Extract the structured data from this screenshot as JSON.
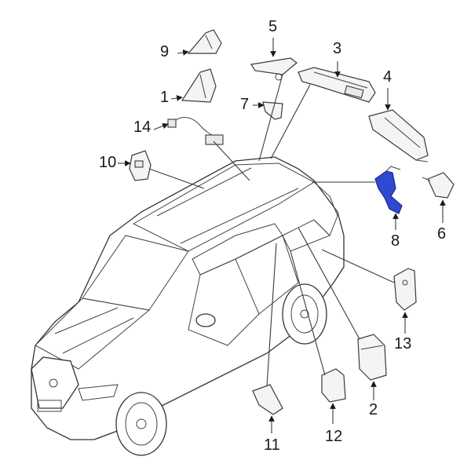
{
  "callouts": [
    {
      "id": "1",
      "label": "1"
    },
    {
      "id": "2",
      "label": "2"
    },
    {
      "id": "3",
      "label": "3"
    },
    {
      "id": "4",
      "label": "4"
    },
    {
      "id": "5",
      "label": "5"
    },
    {
      "id": "6",
      "label": "6"
    },
    {
      "id": "7",
      "label": "7"
    },
    {
      "id": "8",
      "label": "8"
    },
    {
      "id": "9",
      "label": "9"
    },
    {
      "id": "10",
      "label": "10"
    },
    {
      "id": "11",
      "label": "11"
    },
    {
      "id": "12",
      "label": "12"
    },
    {
      "id": "13",
      "label": "13"
    },
    {
      "id": "14",
      "label": "14"
    }
  ],
  "highlight": {
    "part": "8",
    "color": "#2f49d3"
  }
}
